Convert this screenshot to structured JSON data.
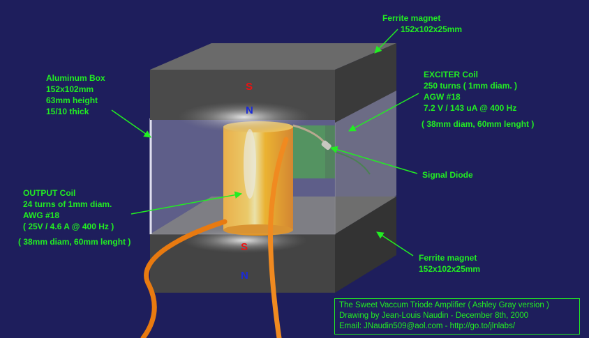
{
  "labels": {
    "ferrite_top": [
      "Ferrite magnet",
      "152x102x25mm"
    ],
    "aluminum_box": [
      "Aluminum Box",
      "152x102mm",
      "63mm height",
      "15/10 thick"
    ],
    "exciter_coil": [
      "EXCITER Coil",
      "250 turns ( 1mm diam. )",
      "AGW #18",
      "7.2 V / 143 uA @ 400 Hz"
    ],
    "exciter_dims": "( 38mm diam, 60mm lenght )",
    "signal_diode": "Signal Diode",
    "output_coil": [
      "OUTPUT Coil",
      "24 turns of 1mm diam.",
      "AWG #18",
      "( 25V / 4.6 A @ 400 Hz )"
    ],
    "output_dims": "( 38mm diam, 60mm lenght )",
    "ferrite_bottom": [
      "Ferrite magnet",
      "152x102x25mm"
    ]
  },
  "poles": {
    "top_magnet_south": "S",
    "top_magnet_north": "N",
    "bottom_magnet_south": "S",
    "bottom_magnet_north": "N"
  },
  "credits": [
    "The Sweet Vaccum Triode Amplifier ( Ashley Gray version )",
    "Drawing by Jean-Louis Naudin - December 8th, 2000",
    "Email: JNaudin509@aol.com - http://go.to/jlnlabs/"
  ],
  "colors": {
    "background": "#1e1e5c",
    "label_text": "#22ee22",
    "south_pole": "#ee1111",
    "north_pole": "#1b2bd8",
    "magnet": "#4a4a4a",
    "coil": "#ffaa00",
    "exciter_board": "#0a8a0a"
  }
}
